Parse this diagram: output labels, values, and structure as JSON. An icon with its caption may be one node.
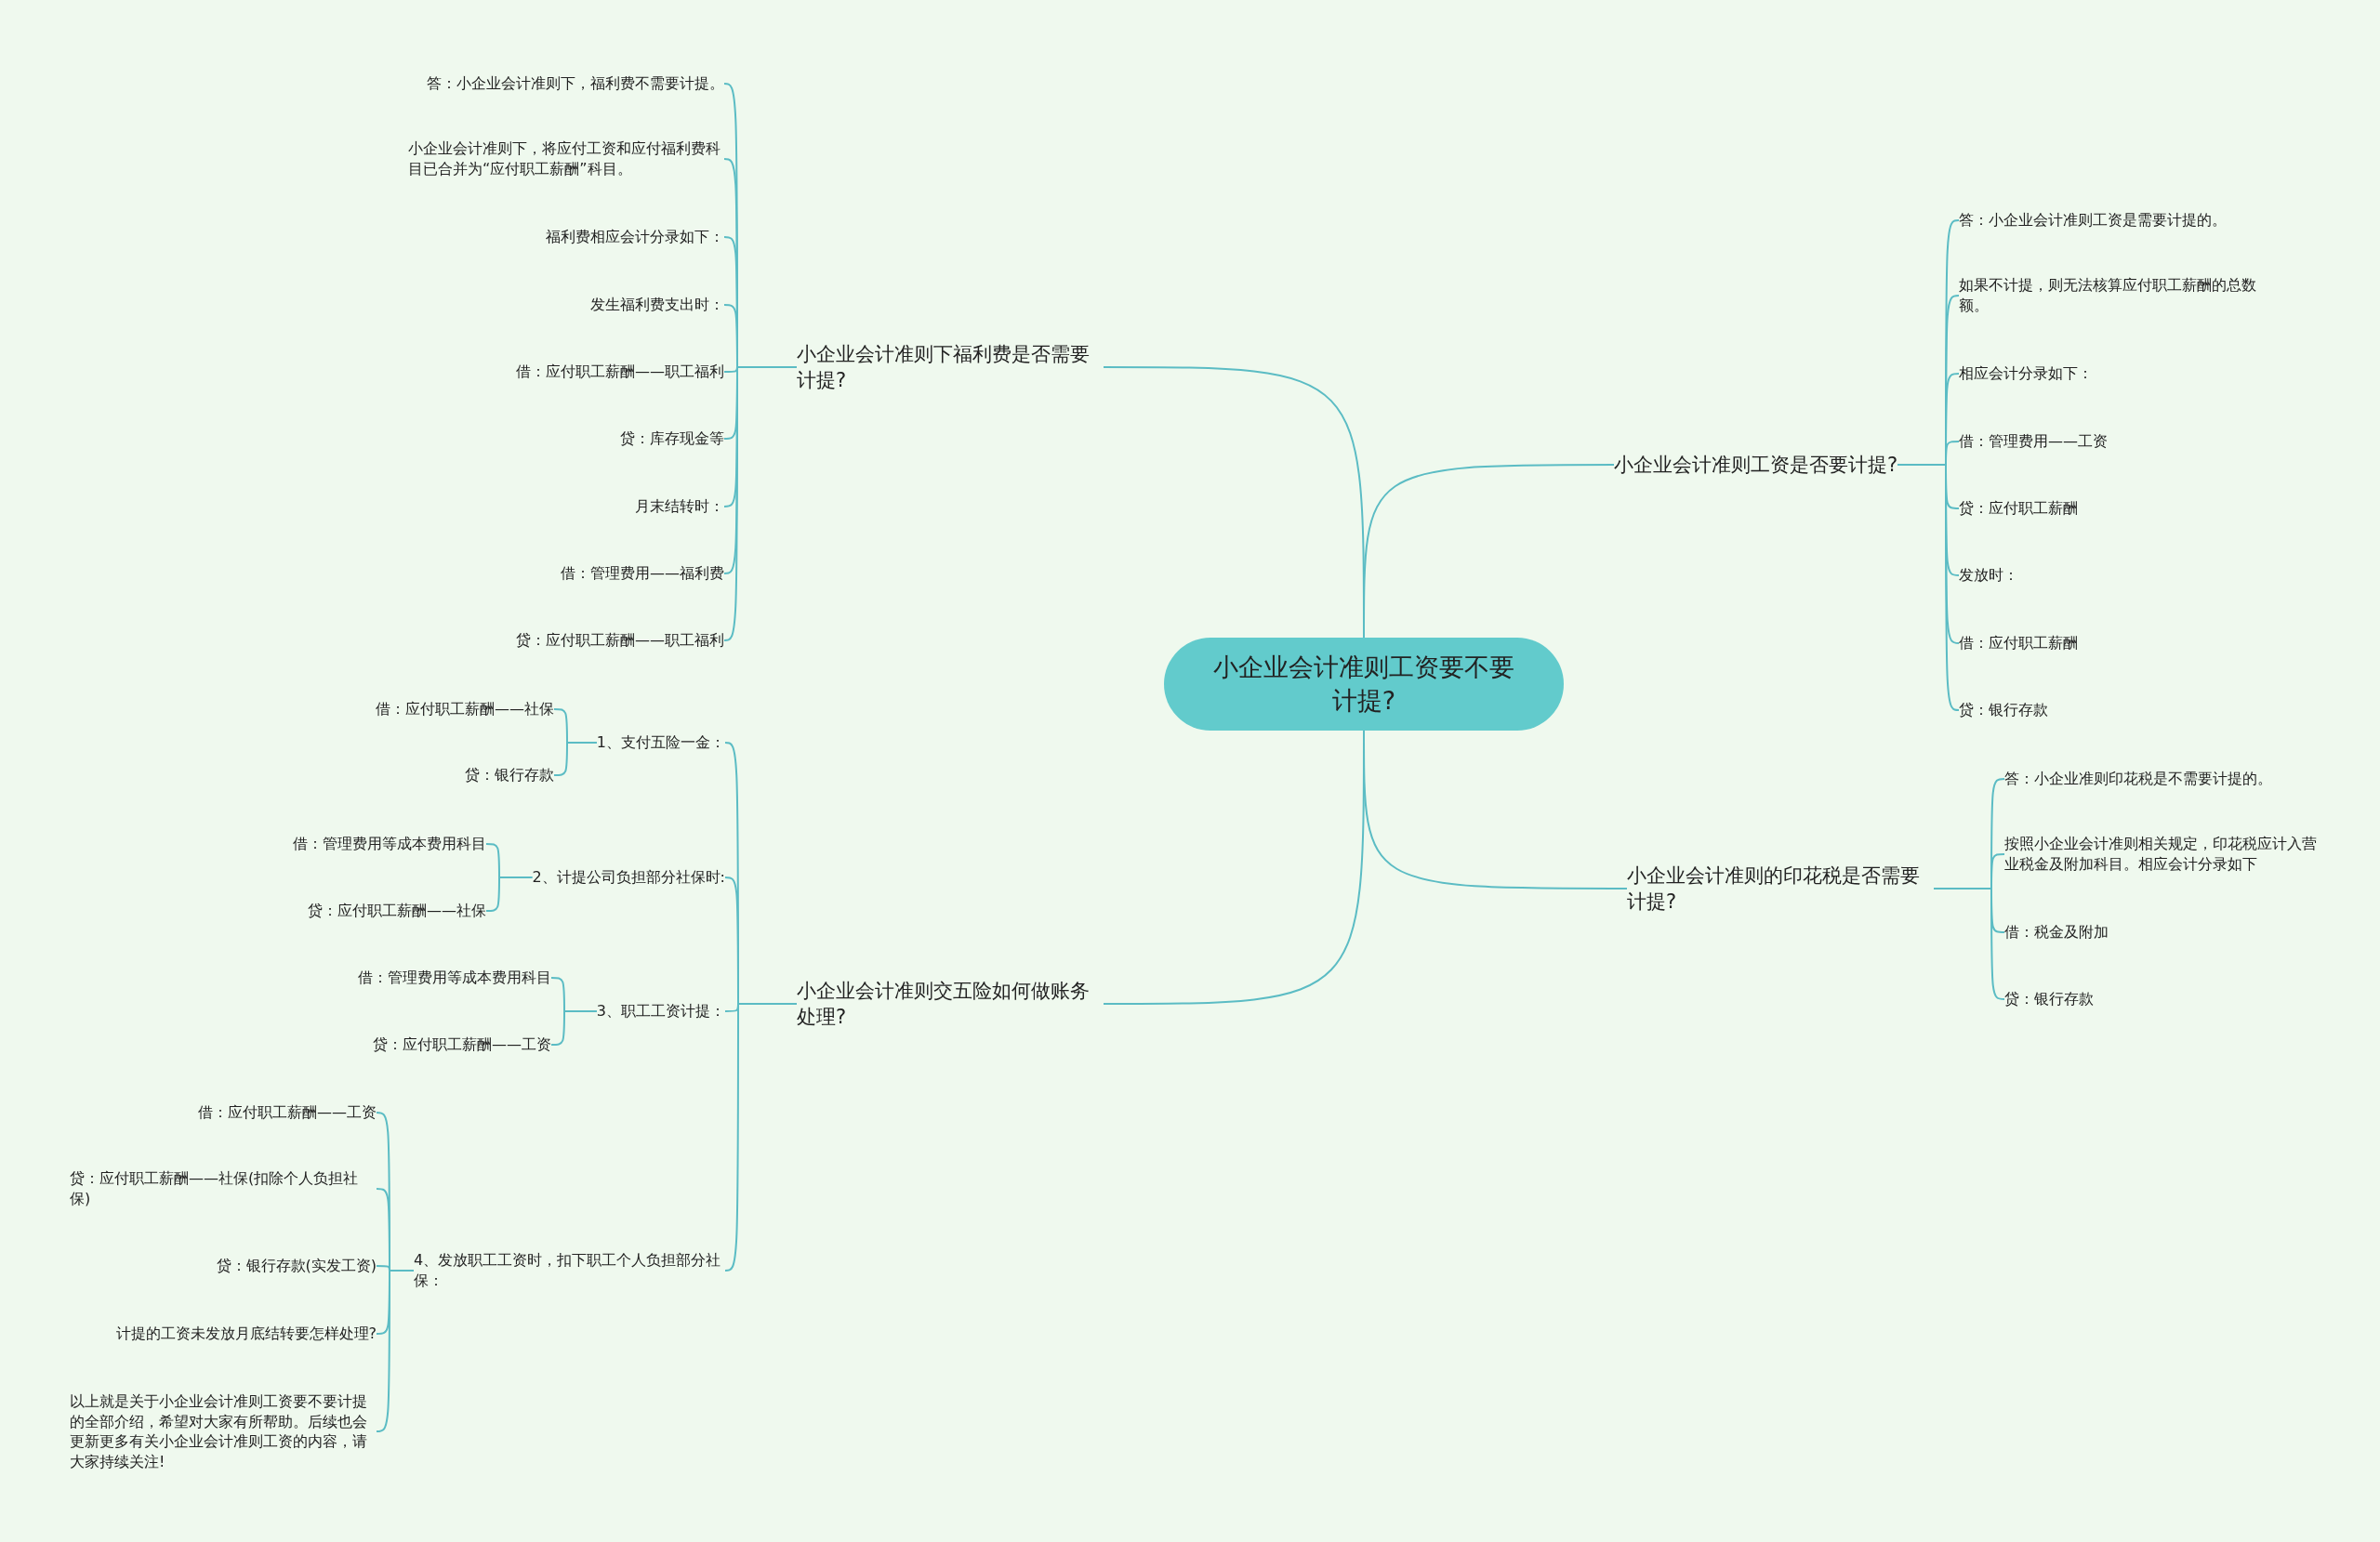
{
  "diagram": {
    "nodes": [
      {
        "text": [
          "小企业会计准则工资要不要计提?"
        ]
      },
      {
        "text": [
          "小企业会计准则下福利费是否需要计提?"
        ]
      },
      {
        "text": [
          "答：小企业会计准则下，福利费不需要计提。"
        ]
      },
      {
        "text": [
          "小企业会计准则下，将应付工资和应付福利费科目已合并为“应付职工薪酬”科目。"
        ]
      },
      {
        "text": [
          "福利费相应会计分录如下："
        ]
      },
      {
        "text": [
          "发生福利费支出时："
        ]
      },
      {
        "text": [
          "借：应付职工薪酬——职工福利"
        ]
      },
      {
        "text": [
          "贷：库存现金等"
        ]
      },
      {
        "text": [
          "月末结转时："
        ]
      },
      {
        "text": [
          "借：管理费用——福利费"
        ]
      },
      {
        "text": [
          "贷：应付职工薪酬——职工福利"
        ]
      },
      {
        "text": [
          "小企业会计准则工资是否要计提?"
        ]
      },
      {
        "text": [
          "答：小企业会计准则工资是需要计提的。"
        ]
      },
      {
        "text": [
          "如果不计提，则无法核算应付职工薪酬的总数额。"
        ]
      },
      {
        "text": [
          "相应会计分录如下："
        ]
      },
      {
        "text": [
          "借：管理费用——工资"
        ]
      },
      {
        "text": [
          "贷：应付职工薪酬"
        ]
      },
      {
        "text": [
          "发放时："
        ]
      },
      {
        "text": [
          "借：应付职工薪酬"
        ]
      },
      {
        "text": [
          "贷：银行存款"
        ]
      },
      {
        "text": [
          "小企业会计准则的印花税是否需要计提?"
        ]
      },
      {
        "text": [
          "答：小企业准则印花税是不需要计提的。"
        ]
      },
      {
        "text": [
          "按照小企业会计准则相关规定，印花税应计入营业税金及附加科目。相应会计分录如下"
        ]
      },
      {
        "text": [
          "借：税金及附加"
        ]
      },
      {
        "text": [
          "贷：银行存款"
        ]
      },
      {
        "text": [
          "小企业会计准则交五险如何做账务处理?"
        ]
      },
      {
        "text": [
          "1、支付五险一金："
        ]
      },
      {
        "text": [
          "借：应付职工薪酬——社保"
        ]
      },
      {
        "text": [
          "贷：银行存款"
        ]
      },
      {
        "text": [
          "2、计提公司负担部分社保时:"
        ]
      },
      {
        "text": [
          "借：管理费用等成本费用科目"
        ]
      },
      {
        "text": [
          "贷：应付职工薪酬——社保"
        ]
      },
      {
        "text": [
          "3、职工工资计提："
        ]
      },
      {
        "text": [
          "借：管理费用等成本费用科目"
        ]
      },
      {
        "text": [
          "贷：应付职工薪酬——工资"
        ]
      },
      {
        "text": [
          "4、发放职工工资时，扣下职工个人负担部分社保："
        ]
      },
      {
        "text": [
          "借：应付职工薪酬——工资"
        ]
      },
      {
        "text": [
          "贷：应付职工薪酬——社保(扣除个人负担社保)"
        ]
      },
      {
        "text": [
          "贷：银行存款(实发工资)"
        ]
      },
      {
        "text": [
          "计提的工资未发放月底结转要怎样处理?"
        ]
      },
      {
        "text": [
          "以上就是关于小企业会计准则工资要不要计提的全部介绍，希望对大家有所帮助。后续也会更新更多有关小企业会计准则工资的内容，请大家持续关注!"
        ]
      }
    ],
    "edges": [
      {
        "from": 0,
        "to": 1,
        "arrow": "none"
      },
      {
        "from": 0,
        "to": 11,
        "arrow": "none"
      },
      {
        "from": 0,
        "to": 20,
        "arrow": "none"
      },
      {
        "from": 0,
        "to": 25,
        "arrow": "none"
      },
      {
        "from": 1,
        "to": 2,
        "arrow": "none"
      },
      {
        "from": 1,
        "to": 3,
        "arrow": "none"
      },
      {
        "from": 1,
        "to": 4,
        "arrow": "none"
      },
      {
        "from": 1,
        "to": 5,
        "arrow": "none"
      },
      {
        "from": 1,
        "to": 6,
        "arrow": "none"
      },
      {
        "from": 1,
        "to": 7,
        "arrow": "none"
      },
      {
        "from": 1,
        "to": 8,
        "arrow": "none"
      },
      {
        "from": 1,
        "to": 9,
        "arrow": "none"
      },
      {
        "from": 1,
        "to": 10,
        "arrow": "none"
      },
      {
        "from": 11,
        "to": 12,
        "arrow": "none"
      },
      {
        "from": 11,
        "to": 13,
        "arrow": "none"
      },
      {
        "from": 11,
        "to": 14,
        "arrow": "none"
      },
      {
        "from": 11,
        "to": 15,
        "arrow": "none"
      },
      {
        "from": 11,
        "to": 16,
        "arrow": "none"
      },
      {
        "from": 11,
        "to": 17,
        "arrow": "none"
      },
      {
        "from": 11,
        "to": 18,
        "arrow": "none"
      },
      {
        "from": 11,
        "to": 19,
        "arrow": "none"
      },
      {
        "from": 20,
        "to": 21,
        "arrow": "none"
      },
      {
        "from": 20,
        "to": 22,
        "arrow": "none"
      },
      {
        "from": 20,
        "to": 23,
        "arrow": "none"
      },
      {
        "from": 20,
        "to": 24,
        "arrow": "none"
      },
      {
        "from": 25,
        "to": 26,
        "arrow": "none"
      },
      {
        "from": 25,
        "to": 29,
        "arrow": "none"
      },
      {
        "from": 25,
        "to": 32,
        "arrow": "none"
      },
      {
        "from": 25,
        "to": 35,
        "arrow": "none"
      },
      {
        "from": 26,
        "to": 27,
        "arrow": "none"
      },
      {
        "from": 26,
        "to": 28,
        "arrow": "none"
      },
      {
        "from": 29,
        "to": 30,
        "arrow": "none"
      },
      {
        "from": 29,
        "to": 31,
        "arrow": "none"
      },
      {
        "from": 32,
        "to": 33,
        "arrow": "none"
      },
      {
        "from": 32,
        "to": 34,
        "arrow": "none"
      },
      {
        "from": 35,
        "to": 36,
        "arrow": "none"
      },
      {
        "from": 35,
        "to": 37,
        "arrow": "none"
      },
      {
        "from": 35,
        "to": 38,
        "arrow": "none"
      },
      {
        "from": 35,
        "to": 39,
        "arrow": "none"
      },
      {
        "from": 35,
        "to": 40,
        "arrow": "none"
      }
    ]
  }
}
